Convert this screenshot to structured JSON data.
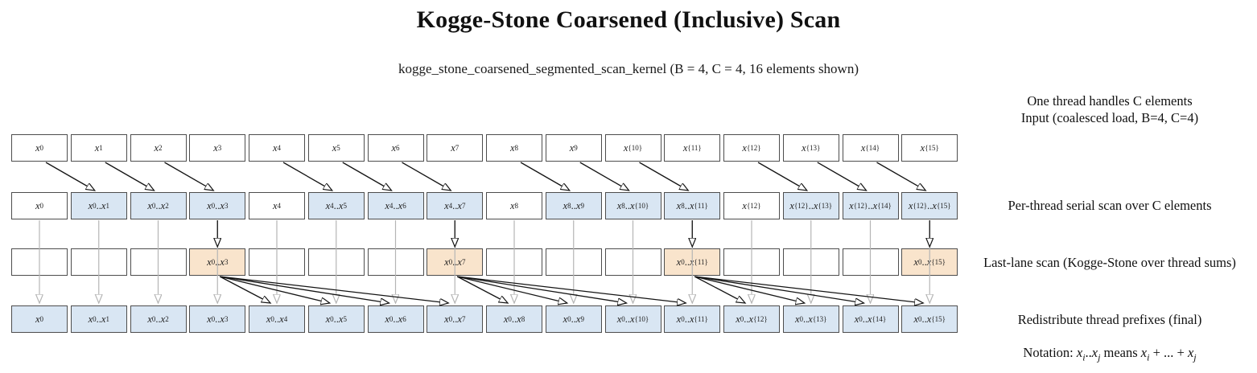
{
  "title": "Kogge-Stone Coarsened (Inclusive) Scan",
  "subtitle": "kogge_stone_coarsened_segmented_scan_kernel (B = 4, C = 4, 16 elements shown)",
  "annotations": {
    "input_line1": "One thread handles C elements",
    "input_line2": "Input (coalesced load, B=4, C=4)",
    "serial": "Per-thread serial scan over C elements",
    "lastlane": "Last-lane scan (Kogge-Stone over thread sums)",
    "redistribute": "Redistribute thread prefixes (final)",
    "notation": "Notation: x_i..x_j means x_i + ... + x_j"
  },
  "colors": {
    "plain": "#ffffff",
    "lane": "#d9e6f3",
    "sum": "#f9e4cc",
    "border": "#4d4d4d",
    "arrow": "#141414",
    "passthrough": "#b5b5b5"
  },
  "rows": [
    {
      "name": "input",
      "cells": [
        {
          "label": "x_0",
          "fill": "plain"
        },
        {
          "label": "x_1",
          "fill": "plain"
        },
        {
          "label": "x_2",
          "fill": "plain"
        },
        {
          "label": "x_3",
          "fill": "plain"
        },
        {
          "label": "x_4",
          "fill": "plain"
        },
        {
          "label": "x_5",
          "fill": "plain"
        },
        {
          "label": "x_6",
          "fill": "plain"
        },
        {
          "label": "x_7",
          "fill": "plain"
        },
        {
          "label": "x_8",
          "fill": "plain"
        },
        {
          "label": "x_9",
          "fill": "plain"
        },
        {
          "label": "x_{10}",
          "fill": "plain"
        },
        {
          "label": "x_{11}",
          "fill": "plain"
        },
        {
          "label": "x_{12}",
          "fill": "plain"
        },
        {
          "label": "x_{13}",
          "fill": "plain"
        },
        {
          "label": "x_{14}",
          "fill": "plain"
        },
        {
          "label": "x_{15}",
          "fill": "plain"
        }
      ]
    },
    {
      "name": "serial-scan",
      "cells": [
        {
          "label": "x_0",
          "fill": "plain"
        },
        {
          "label": "x_0..x_1",
          "fill": "lane"
        },
        {
          "label": "x_0..x_2",
          "fill": "lane"
        },
        {
          "label": "x_0..x_3",
          "fill": "lane"
        },
        {
          "label": "x_4",
          "fill": "plain"
        },
        {
          "label": "x_4..x_5",
          "fill": "lane"
        },
        {
          "label": "x_4..x_6",
          "fill": "lane"
        },
        {
          "label": "x_4..x_7",
          "fill": "lane"
        },
        {
          "label": "x_8",
          "fill": "plain"
        },
        {
          "label": "x_8..x_9",
          "fill": "lane"
        },
        {
          "label": "x_8..x_{10}",
          "fill": "lane"
        },
        {
          "label": "x_8..x_{11}",
          "fill": "lane"
        },
        {
          "label": "x_{12}",
          "fill": "plain"
        },
        {
          "label": "x_{12}..x_{13}",
          "fill": "lane"
        },
        {
          "label": "x_{12}..x_{14}",
          "fill": "lane"
        },
        {
          "label": "x_{12}..x_{15}",
          "fill": "lane"
        }
      ]
    },
    {
      "name": "lastlane-scan",
      "cells": [
        {
          "label": "",
          "fill": "plain"
        },
        {
          "label": "",
          "fill": "plain"
        },
        {
          "label": "",
          "fill": "plain"
        },
        {
          "label": "x_0..x_3",
          "fill": "sum"
        },
        {
          "label": "",
          "fill": "plain"
        },
        {
          "label": "",
          "fill": "plain"
        },
        {
          "label": "",
          "fill": "plain"
        },
        {
          "label": "x_0..x_7",
          "fill": "sum"
        },
        {
          "label": "",
          "fill": "plain"
        },
        {
          "label": "",
          "fill": "plain"
        },
        {
          "label": "",
          "fill": "plain"
        },
        {
          "label": "x_0..x_{11}",
          "fill": "sum"
        },
        {
          "label": "",
          "fill": "plain"
        },
        {
          "label": "",
          "fill": "plain"
        },
        {
          "label": "",
          "fill": "plain"
        },
        {
          "label": "x_0..x_{15}",
          "fill": "sum"
        }
      ]
    },
    {
      "name": "final",
      "cells": [
        {
          "label": "x_0",
          "fill": "lane"
        },
        {
          "label": "x_0..x_1",
          "fill": "lane"
        },
        {
          "label": "x_0..x_2",
          "fill": "lane"
        },
        {
          "label": "x_0..x_3",
          "fill": "lane"
        },
        {
          "label": "x_0..x_4",
          "fill": "lane"
        },
        {
          "label": "x_0..x_5",
          "fill": "lane"
        },
        {
          "label": "x_0..x_6",
          "fill": "lane"
        },
        {
          "label": "x_0..x_7",
          "fill": "lane"
        },
        {
          "label": "x_0..x_8",
          "fill": "lane"
        },
        {
          "label": "x_0..x_9",
          "fill": "lane"
        },
        {
          "label": "x_0..x_{10}",
          "fill": "lane"
        },
        {
          "label": "x_0..x_{11}",
          "fill": "lane"
        },
        {
          "label": "x_0..x_{12}",
          "fill": "lane"
        },
        {
          "label": "x_0..x_{13}",
          "fill": "lane"
        },
        {
          "label": "x_0..x_{14}",
          "fill": "lane"
        },
        {
          "label": "x_0..x_{15}",
          "fill": "lane"
        }
      ]
    }
  ],
  "arrows": {
    "serial": [
      [
        0,
        1
      ],
      [
        1,
        2
      ],
      [
        2,
        3
      ],
      [
        4,
        5
      ],
      [
        5,
        6
      ],
      [
        6,
        7
      ],
      [
        8,
        9
      ],
      [
        9,
        10
      ],
      [
        10,
        11
      ],
      [
        12,
        13
      ],
      [
        13,
        14
      ],
      [
        14,
        15
      ]
    ],
    "lastlane_cols": [
      3,
      7,
      11,
      15
    ],
    "passthrough_cols": [
      0,
      1,
      2,
      3,
      4,
      5,
      6,
      7,
      8,
      9,
      10,
      11,
      12,
      13,
      14,
      15
    ],
    "fanout": [
      {
        "from": 3,
        "to": [
          4,
          5,
          6,
          7
        ]
      },
      {
        "from": 7,
        "to": [
          8,
          9,
          10,
          11
        ]
      },
      {
        "from": 11,
        "to": [
          12,
          13,
          14,
          15
        ]
      }
    ]
  }
}
